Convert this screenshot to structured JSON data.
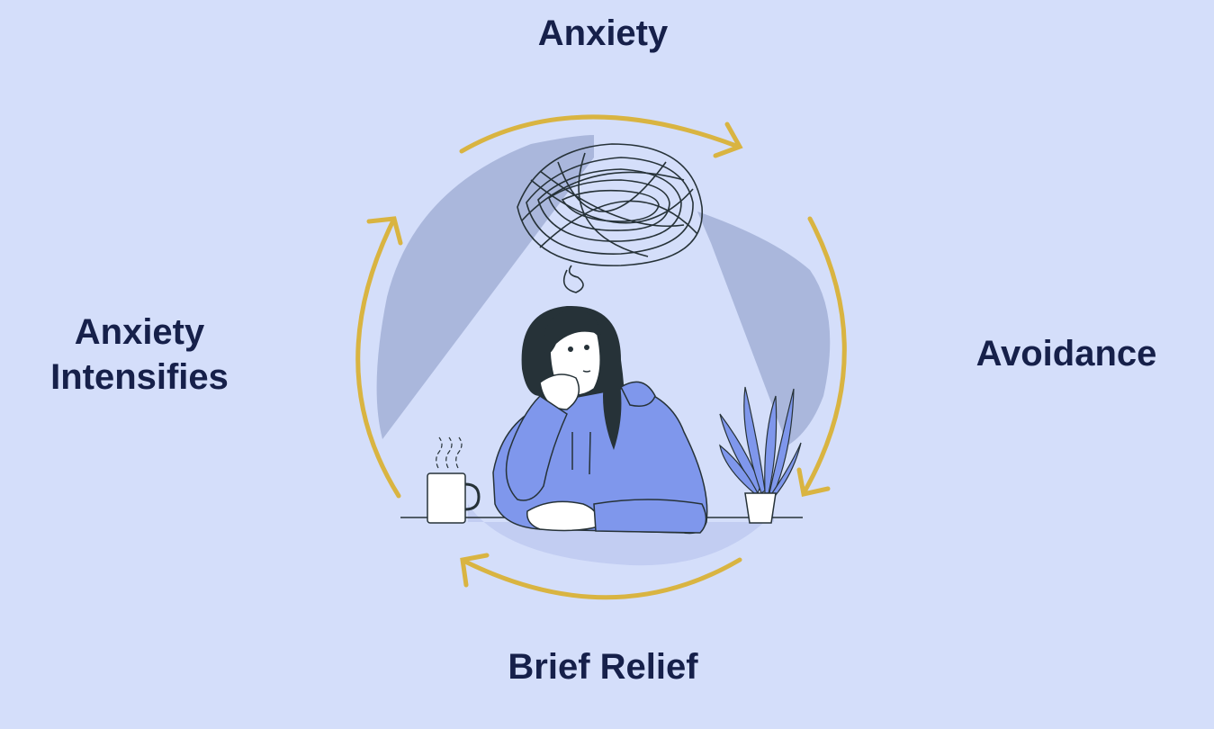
{
  "cycle": {
    "steps": [
      {
        "id": "anxiety",
        "label": "Anxiety"
      },
      {
        "id": "avoidance",
        "label": "Avoidance"
      },
      {
        "id": "relief",
        "label": "Brief Relief"
      },
      {
        "id": "intensifies",
        "label_line1": "Anxiety",
        "label_line2": "Intensifies"
      }
    ]
  },
  "colors": {
    "background": "#d4defa",
    "text": "#16204a",
    "arrow": "#d9b441",
    "beam": "#a5b2d8",
    "hoodie": "#7f97ec",
    "hair": "#263238"
  },
  "icons": [
    "scribble-thought-icon",
    "person-icon",
    "mug-icon",
    "plant-icon",
    "cycle-arrow-icon"
  ]
}
